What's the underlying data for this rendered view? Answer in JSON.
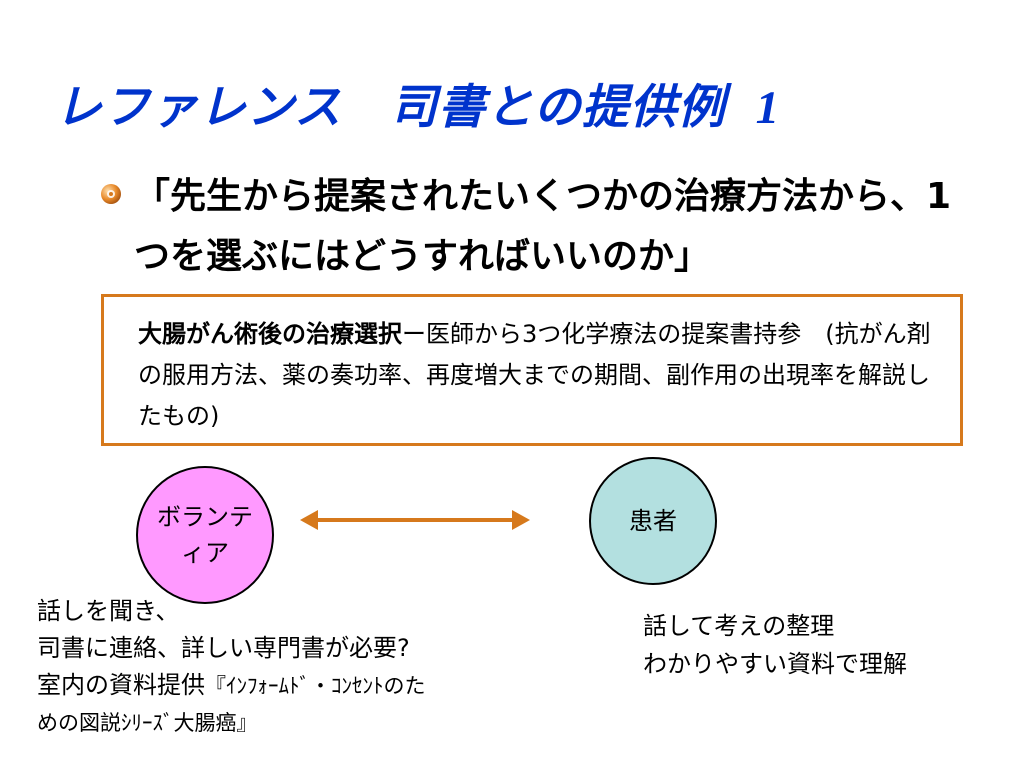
{
  "slide": {
    "title": "レファレンス　司書との提供例",
    "title_number": "1",
    "bullet": "「先生から提案されたいくつかの治療方法から、1つを選ぶにはどうすればいいのか」",
    "box": {
      "lead": "大腸がん術後の治療選択",
      "body": "ー医師から3つ化学療法の提案書持参　(抗がん剤の服用方法、薬の奏功率、再度増大までの期間、副作用の出現率を解説したもの)"
    },
    "volunteer_label": "ボランティア",
    "patient_label": "患者",
    "left_note": {
      "line1": "話しを聞き、",
      "line2": "司書に連絡、詳しい専門書が必要?",
      "line3_main": "室内の資料提供",
      "line3_small": "『ｲﾝﾌｫｰﾑﾄﾞ・ｺﾝｾﾝﾄのた",
      "line4": "めの図説ｼﾘｰｽﾞ大腸癌』"
    },
    "right_note": {
      "line1": "話して考えの整理",
      "line2": "わかりやすい資料で理解"
    }
  },
  "colors": {
    "title": "#0033cc",
    "box_border": "#d6791c",
    "arrow": "#d6791c",
    "volunteer_fill": "#ff99ff",
    "patient_fill": "#b3e0e0"
  },
  "icons": {
    "bullet": "orange-sphere-bullet-icon",
    "connector": "double-headed-arrow-icon"
  }
}
